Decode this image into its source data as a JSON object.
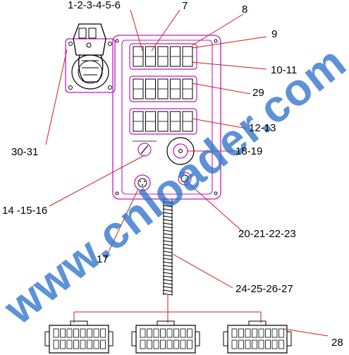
{
  "callouts": {
    "c1": "1-2-3-4-5-6",
    "c7": "7",
    "c8": "8",
    "c9": "9",
    "c10": "10-11",
    "c29": "29",
    "c12": "12-13",
    "c18": "18-19",
    "c30": "30-31",
    "c14": "14 -15-16",
    "c20": "20-21-22-23",
    "c17": "17",
    "c24": "24-25-26-27",
    "c28": "28"
  },
  "watermark": "www.cnloader.com",
  "colors": {
    "outline": "#c218c2",
    "line": "#000000",
    "leader": "#d21e1e",
    "watermark": "#2a6ec8"
  },
  "counts": {
    "switch_rows": 3,
    "switches_per_row": 5,
    "connectors": 3
  }
}
